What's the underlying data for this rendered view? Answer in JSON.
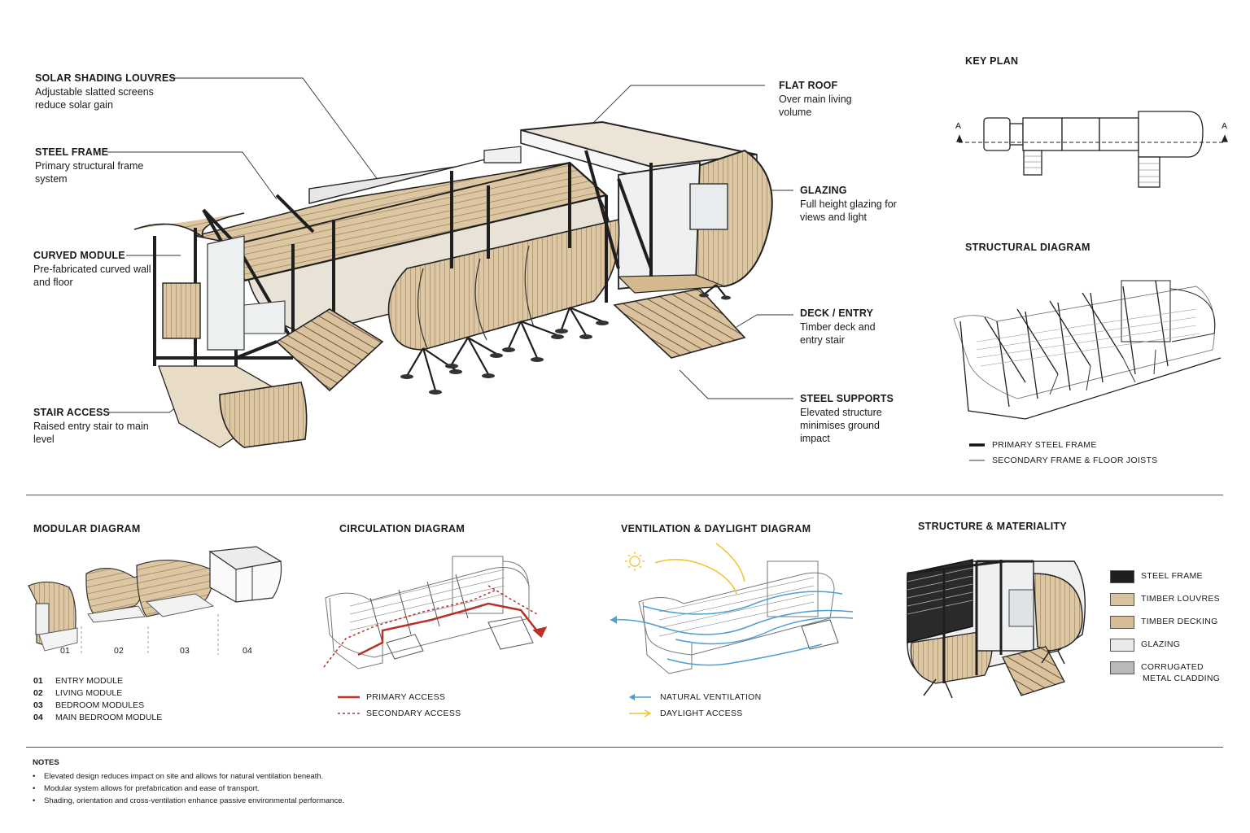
{
  "callouts": [
    {
      "title": "SOLAR SHADING LOUVRES",
      "desc": "Adjustable slatted screens reduce solar gain"
    },
    {
      "title": "STEEL FRAME",
      "desc": "Primary structural frame system"
    },
    {
      "title": "CURVED MODULE",
      "desc": "Pre-fabricated curved wall and floor"
    },
    {
      "title": "STAIR ACCESS",
      "desc": "Raised entry stair to main level"
    },
    {
      "title": "FLAT ROOF",
      "desc": "Over main living volume"
    },
    {
      "title": "GLAZING",
      "desc": "Full height glazing for views and light"
    },
    {
      "title": "DECK / ENTRY",
      "desc": "Timber deck and entry stair"
    },
    {
      "title": "STEEL SUPPORTS",
      "desc": "Elevated structure minimises ground impact"
    }
  ],
  "key_plan": {
    "title": "KEY PLAN",
    "section_mark": "A"
  },
  "structural": {
    "title": "STRUCTURAL DIAGRAM",
    "legend": [
      "PRIMARY STEEL FRAME",
      "SECONDARY FRAME & FLOOR JOISTS"
    ]
  },
  "modular": {
    "title": "MODULAR DIAGRAM",
    "numbers": [
      "01",
      "02",
      "03",
      "04"
    ],
    "list": [
      {
        "num": "01",
        "label": "ENTRY MODULE"
      },
      {
        "num": "02",
        "label": "LIVING MODULE"
      },
      {
        "num": "03",
        "label": "BEDROOM MODULES"
      },
      {
        "num": "04",
        "label": "MAIN BEDROOM MODULE"
      }
    ]
  },
  "circulation": {
    "title": "CIRCULATION DIAGRAM",
    "legend": [
      "PRIMARY ACCESS",
      "SECONDARY ACCESS"
    ]
  },
  "ventilation": {
    "title": "VENTILATION & DAYLIGHT DIAGRAM",
    "legend": [
      "NATURAL VENTILATION",
      "DAYLIGHT ACCESS"
    ]
  },
  "materiality": {
    "title": "STRUCTURE & MATERIALITY",
    "legend": [
      {
        "label": "STEEL FRAME",
        "color": "#1f1f1f"
      },
      {
        "label": "TIMBER LOUVRES",
        "color": "#d8c3a0"
      },
      {
        "label": "TIMBER DECKING",
        "color": "#d6bd95"
      },
      {
        "label": "GLAZING",
        "color": "#e8eaea"
      },
      {
        "label": "CORRUGATED",
        "label2": "METAL CLADDING",
        "color": "#b9b9b9"
      }
    ]
  },
  "notes": {
    "title": "NOTES",
    "items": [
      "Elevated design reduces impact on site and allows for natural ventilation beneath.",
      "Modular system allows for prefabrication and ease of transport.",
      "Shading, orientation and cross-ventilation enhance passive environmental performance."
    ]
  },
  "colors": {
    "steel": "#1f1f1f",
    "timber": "#d8c3a0",
    "primary_access": "#b8302a",
    "ventilation": "#4a9fd4",
    "daylight": "#f0c230"
  }
}
